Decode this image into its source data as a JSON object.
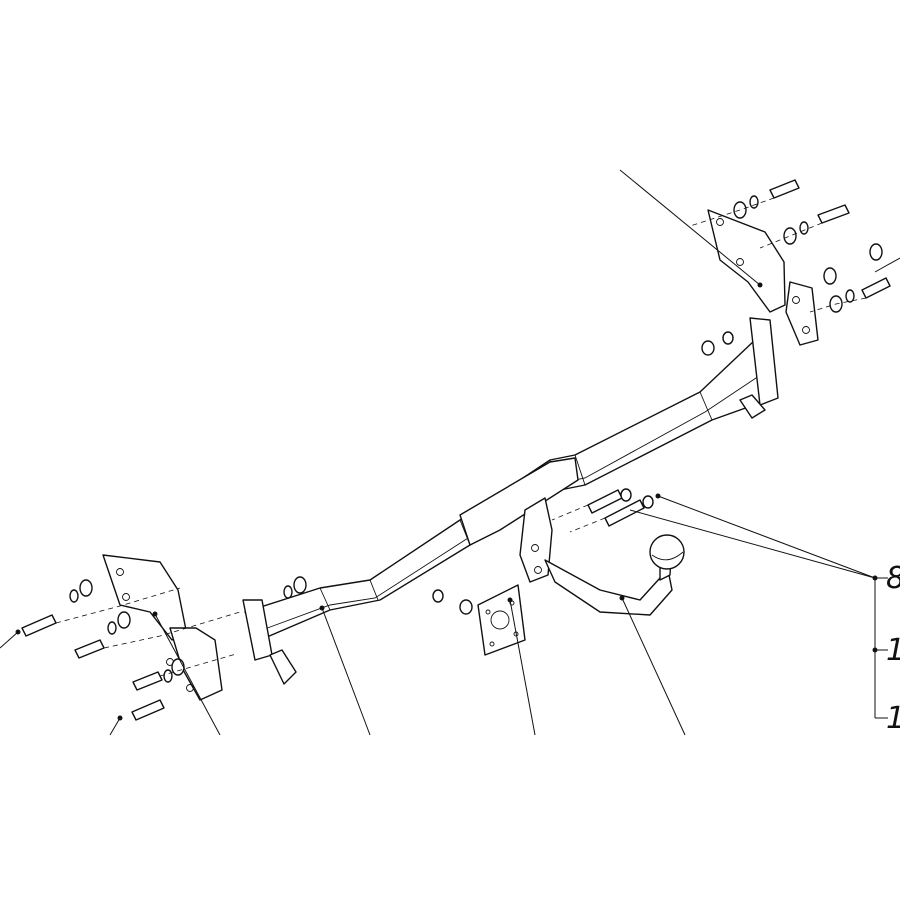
{
  "diagram": {
    "callouts": [
      {
        "id": "callout-1",
        "label": "8"
      },
      {
        "id": "callout-2",
        "label": "1"
      },
      {
        "id": "callout-3",
        "label": "1"
      }
    ]
  }
}
